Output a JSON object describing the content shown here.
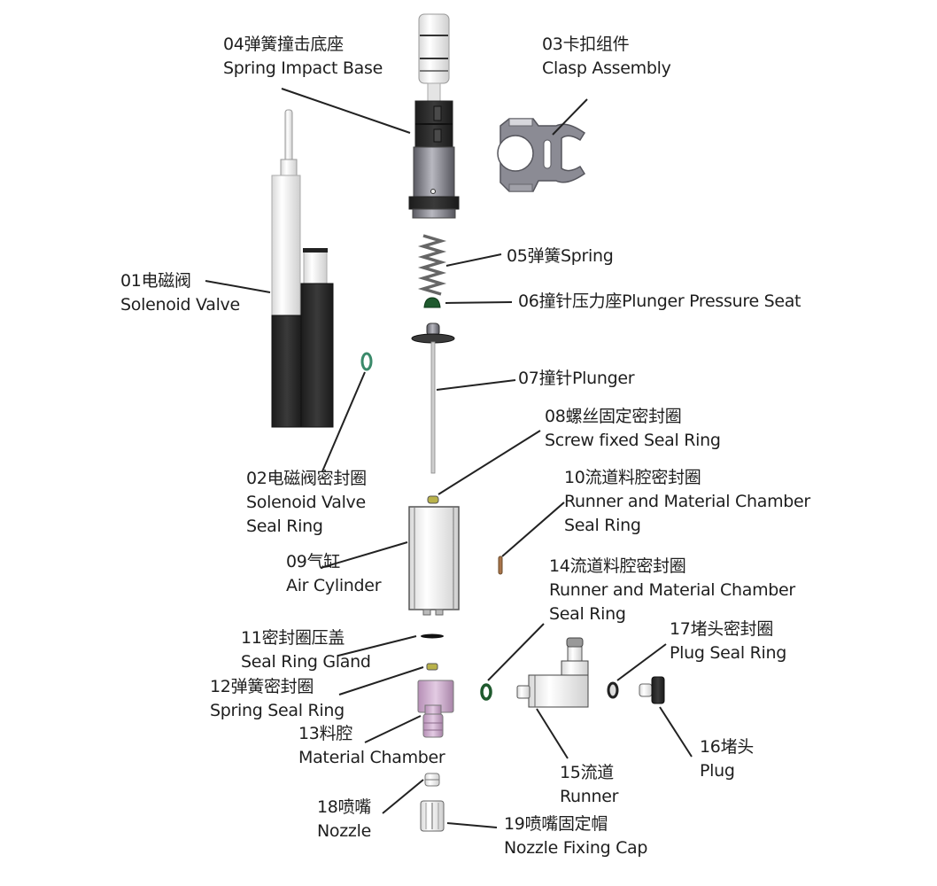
{
  "diagram": {
    "type": "exploded-view",
    "parts": [
      {
        "id": "01",
        "zh": "01电磁阀",
        "en": [
          "Solenoid Valve"
        ]
      },
      {
        "id": "02",
        "zh": "02电磁阀密封圈",
        "en": [
          "Solenoid Valve",
          "Seal Ring"
        ]
      },
      {
        "id": "03",
        "zh": "03卡扣组件",
        "en": [
          "Clasp Assembly"
        ]
      },
      {
        "id": "04",
        "zh": "04弹簧撞击底座",
        "en": [
          "Spring Impact Base"
        ]
      },
      {
        "id": "05",
        "zh": "05弹簧Spring",
        "en": []
      },
      {
        "id": "06",
        "zh": "06撞针压力座Plunger Pressure Seat",
        "en": []
      },
      {
        "id": "07",
        "zh": "07撞针Plunger",
        "en": []
      },
      {
        "id": "08",
        "zh": "08螺丝固定密封圈",
        "en": [
          "Screw  fixed Seal Ring"
        ]
      },
      {
        "id": "09",
        "zh": "09气缸",
        "en": [
          "Air Cylinder"
        ]
      },
      {
        "id": "10",
        "zh": "10流道料腔密封圈",
        "en": [
          "Runner and Material Chamber",
          "Seal Ring"
        ]
      },
      {
        "id": "11",
        "zh": "11密封圈压盖",
        "en": [
          "Seal Ring Gland"
        ]
      },
      {
        "id": "12",
        "zh": "12弹簧密封圈",
        "en": [
          "Spring Seal Ring"
        ]
      },
      {
        "id": "13",
        "zh": "13料腔",
        "en": [
          "Material Chamber"
        ]
      },
      {
        "id": "14",
        "zh": "14流道料腔密封圈",
        "en": [
          "Runner and Material Chamber",
          "Seal Ring"
        ]
      },
      {
        "id": "15",
        "zh": "15流道",
        "en": [
          "Runner"
        ]
      },
      {
        "id": "16",
        "zh": "16堵头",
        "en": [
          "Plug"
        ]
      },
      {
        "id": "17",
        "zh": "17堵头密封圈",
        "en": [
          "Plug Seal Ring"
        ]
      },
      {
        "id": "18",
        "zh": "18喷嘴",
        "en": [
          "Nozzle"
        ]
      },
      {
        "id": "19",
        "zh": "19喷嘴固定帽",
        "en": [
          "Nozzle Fixing Cap"
        ]
      }
    ]
  },
  "labels": {
    "p01": {
      "l1": "01电磁阀",
      "l2": "Solenoid Valve"
    },
    "p02": {
      "l1": "02电磁阀密封圈",
      "l2": "Solenoid Valve",
      "l3": "Seal Ring"
    },
    "p03": {
      "l1": "03卡扣组件",
      "l2": "Clasp Assembly"
    },
    "p04": {
      "l1": "04弹簧撞击底座",
      "l2": "Spring Impact Base"
    },
    "p05": {
      "l1": "05弹簧Spring"
    },
    "p06": {
      "l1": "06撞针压力座Plunger Pressure Seat"
    },
    "p07": {
      "l1": "07撞针Plunger"
    },
    "p08": {
      "l1": "08螺丝固定密封圈",
      "l2": "Screw  fixed Seal Ring"
    },
    "p09": {
      "l1": "09气缸",
      "l2": "Air Cylinder"
    },
    "p10": {
      "l1": "10流道料腔密封圈",
      "l2": "Runner and Material Chamber",
      "l3": "Seal Ring"
    },
    "p11": {
      "l1": "11密封圈压盖",
      "l2": "Seal Ring Gland"
    },
    "p12": {
      "l1": "12弹簧密封圈",
      "l2": "Spring Seal Ring"
    },
    "p13": {
      "l1": "13料腔",
      "l2": "Material Chamber"
    },
    "p14": {
      "l1": "14流道料腔密封圈",
      "l2": "Runner and Material Chamber",
      "l3": "Seal Ring"
    },
    "p15": {
      "l1": "15流道",
      "l2": "Runner"
    },
    "p16": {
      "l1": "16堵头",
      "l2": "Plug"
    },
    "p17": {
      "l1": "17堵头密封圈",
      "l2": "Plug Seal Ring"
    },
    "p18": {
      "l1": "18喷嘴",
      "l2": "Nozzle"
    },
    "p19": {
      "l1": "19喷嘴固定帽",
      "l2": "Nozzle Fixing Cap"
    }
  },
  "colors": {
    "seal_green": "#1f5a2e",
    "chamber_purple": "#c9a6c9",
    "dark_body": "#2a2a2a",
    "metal_grey": "#8a8a90",
    "brass": "#b9b24a",
    "copper": "#a8744a"
  }
}
